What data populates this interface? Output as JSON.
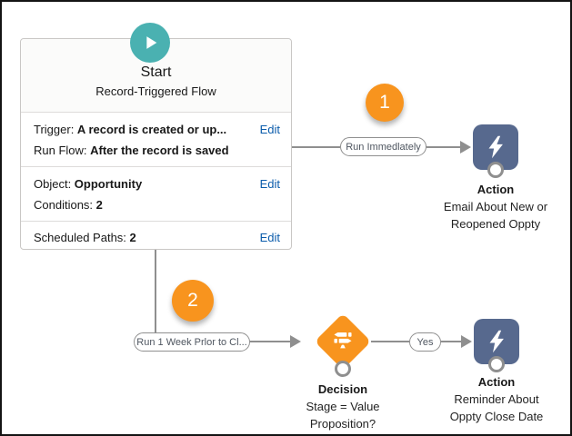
{
  "colors": {
    "start_teal": "#4ab1b1",
    "badge_orange": "#f8941e",
    "decision_orange": "#f8941e",
    "action_blue": "#57698e",
    "connector_gray": "#8f8f8f",
    "edit_link_blue": "#0b5cab"
  },
  "start": {
    "icon": "play-icon",
    "title": "Start",
    "subtitle": "Record-Triggered Flow",
    "rows": [
      {
        "lines": [
          {
            "label": "Trigger: ",
            "value": "A record is created or up..."
          },
          {
            "label": "Run Flow: ",
            "value": "After the record is saved"
          }
        ],
        "edit": "Edit"
      },
      {
        "lines": [
          {
            "label": "Object: ",
            "value": "Opportunity"
          },
          {
            "label": "Conditions: ",
            "value": "2"
          }
        ],
        "edit": "Edit"
      },
      {
        "lines": [
          {
            "label": "Scheduled Paths: ",
            "value": "2"
          }
        ],
        "edit": "Edit"
      }
    ]
  },
  "badges": [
    {
      "number": "1"
    },
    {
      "number": "2"
    }
  ],
  "paths": {
    "immediate": {
      "label": "Run Immedlately"
    },
    "scheduled": {
      "label": "Run 1 Week Prlor to Cl..."
    },
    "outcome": {
      "label": "Yes"
    }
  },
  "nodes": {
    "action1": {
      "icon": "lightning-bolt-icon",
      "type": "Action",
      "name_line1": "Email About New or",
      "name_line2": "Reopened Oppty"
    },
    "decision": {
      "icon": "signpost-icon",
      "type": "Decision",
      "name_line1": "Stage = Value",
      "name_line2": "Proposition?"
    },
    "action2": {
      "icon": "lightning-bolt-icon",
      "type": "Action",
      "name_line1": "Reminder About",
      "name_line2": "Oppty Close Date"
    }
  }
}
